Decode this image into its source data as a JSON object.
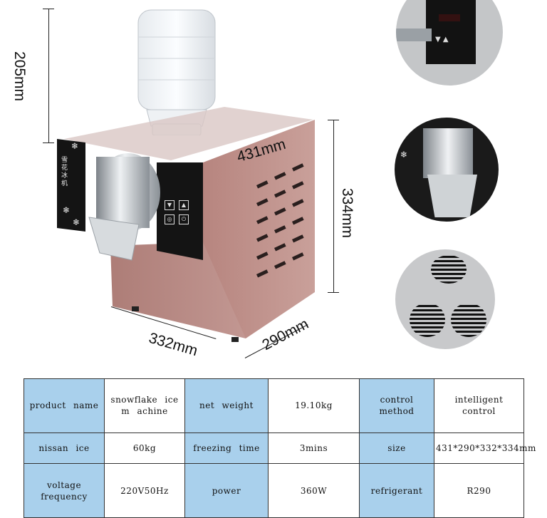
{
  "dimensions": {
    "bottle_height": "205mm",
    "top_width": "431mm",
    "height": "334mm",
    "width": "332mm",
    "depth": "290mm"
  },
  "control_panel": {
    "front_text": "雪花冰机"
  },
  "colors": {
    "body": "#b98a84",
    "table_label_bg": "#a9d0ec",
    "panel": "#111111"
  },
  "specs": [
    [
      {
        "label": "product  name",
        "value": "snowflake  ice  m achine"
      },
      {
        "label": "net weight",
        "value": "19.10kg"
      },
      {
        "label": "control  method",
        "value": "intelligent control"
      }
    ],
    [
      {
        "label": "nissan  ice",
        "value": "60kg"
      },
      {
        "label": "freezing  time",
        "value": "3mins"
      },
      {
        "label": "size",
        "value": "431*290*332*334mm"
      }
    ],
    [
      {
        "label": "voltage frequency",
        "value": "220V50Hz"
      },
      {
        "label": "power",
        "value": "360W"
      },
      {
        "label": "refrigerant",
        "value": "R290"
      }
    ]
  ]
}
